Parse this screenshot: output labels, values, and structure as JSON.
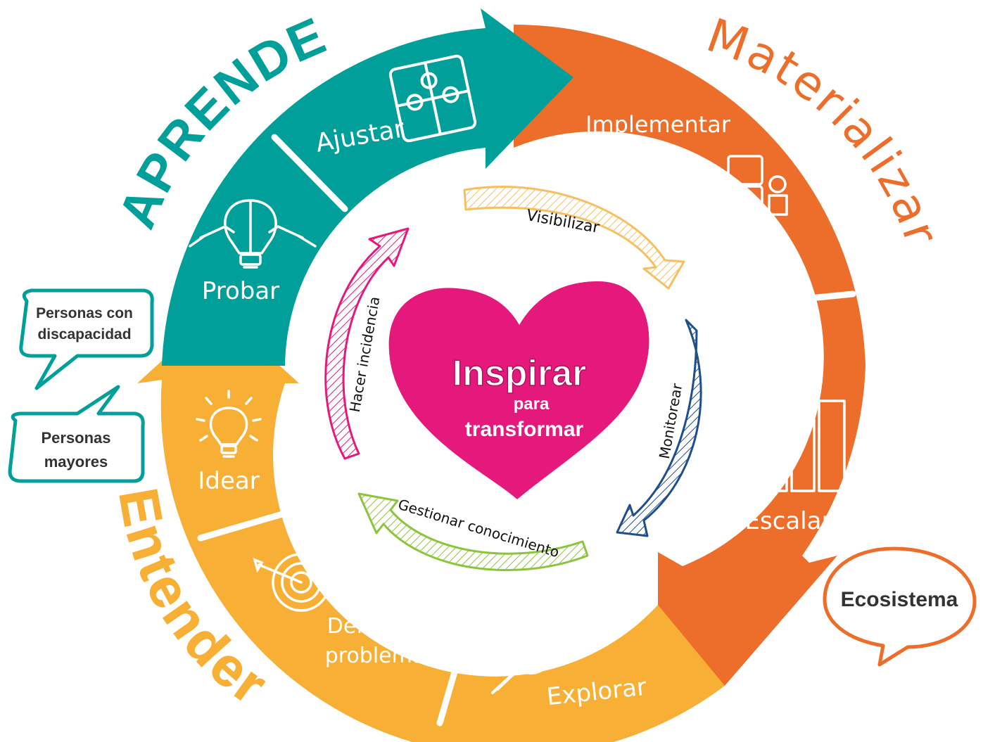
{
  "colors": {
    "teal": "#009f9a",
    "orange": "#ec6e2a",
    "yellow": "#f7b035",
    "pink": "#e5197c",
    "blue": "#1f4e8c",
    "green": "#8cc43e",
    "light_yellow": "#f6c062"
  },
  "phases": {
    "aprender": "APRENDER",
    "materializar": "Materializar",
    "entender": "Entender"
  },
  "steps": {
    "ajustar": "Ajustar",
    "probar": "Probar",
    "implementar": "Implementar",
    "escalar": "Escalar",
    "idear": "Idear",
    "definir_1": "Definir el",
    "definir_2": "problema",
    "explorar": "Explorar"
  },
  "inner": {
    "visibilizar": "Visibilizar",
    "monitorear": "Monitorear",
    "gestionar": "Gestionar conocimiento",
    "hacer": "Hacer incidencia"
  },
  "center": {
    "line1": "Inspirar",
    "line2": "para",
    "line3": "transformar"
  },
  "bubbles": {
    "discapacidad_1": "Personas con",
    "discapacidad_2": "discapacidad",
    "mayores_1": "Personas",
    "mayores_2": "mayores",
    "ecosistema": "Ecosistema"
  },
  "icons": [
    "puzzle-icon",
    "lightbulb-puzzle-icon",
    "team-blocks-icon",
    "kid-podium-icon",
    "lightbulb-icon",
    "target-icon",
    "magnifier-icon"
  ]
}
